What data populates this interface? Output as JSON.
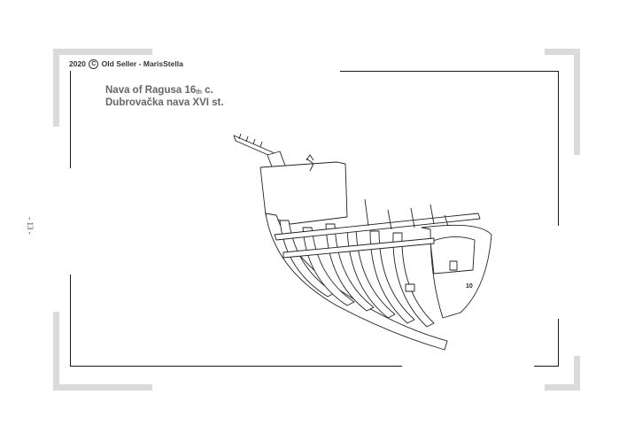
{
  "header": {
    "year": "2020",
    "copyright_symbol": "C",
    "credit": "Old Seller - MarisStella"
  },
  "title": {
    "line1_main": "Nava of Ragusa 16",
    "line1_superscript": "th",
    "line1_suffix": " c.",
    "line2": "Dubrovačka nava XVI st."
  },
  "page_number": "- 13 -",
  "drawing": {
    "frame_label": "10",
    "icon": "ship-hull-frames-drawing"
  },
  "colors": {
    "frame_gray": "#dadada",
    "frame_black": "#1a1a1a",
    "title_gray": "#666666"
  }
}
